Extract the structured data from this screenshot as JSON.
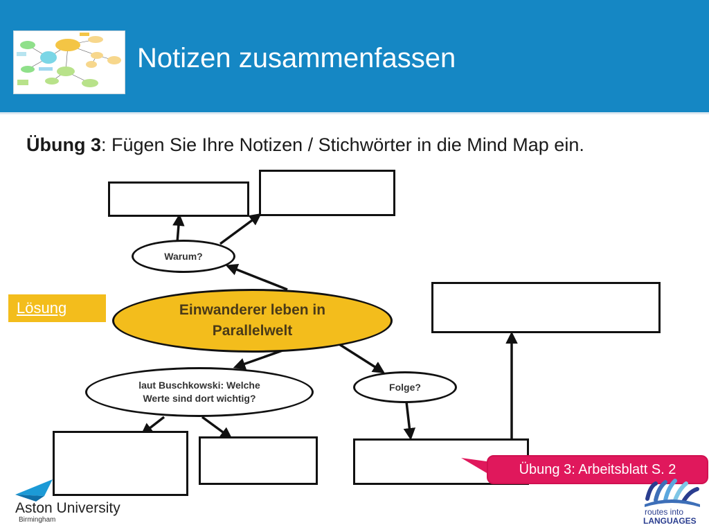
{
  "header": {
    "title": "Notizen zusammenfassen",
    "color": "#1587c4"
  },
  "instruction": {
    "bold_part": "Übung 3",
    "rest": ": Fügen Sie Ihre Notizen / Stichwörter in die Mind Map ein."
  },
  "mindmap": {
    "center_line1": "Einwanderer leben in",
    "center_line2": "Parallelwelt",
    "center_color": "#f3bd1c",
    "warum": "Warum?",
    "buschkowski_line1": "laut Buschkowski: Welche",
    "buschkowski_line2": "Werte sind dort wichtig?",
    "folge": "Folge?"
  },
  "loesung_link": "Lösung",
  "callout": {
    "text": "Übung 3: Arbeitsblatt S. 2",
    "color": "#e0185c"
  },
  "logos": {
    "aston_name": "Aston University",
    "aston_city": "Birmingham",
    "routes_line1": "routes into",
    "routes_line2": "LANGUAGES"
  }
}
